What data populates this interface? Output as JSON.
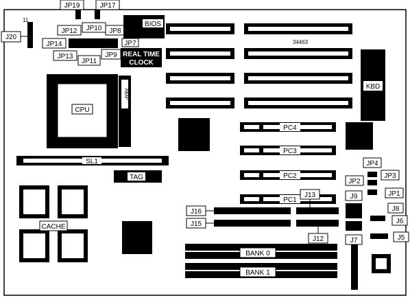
{
  "board_id": "34463",
  "pin_marker": "11",
  "jumpers": {
    "jp19": "JP19",
    "jp17": "JP17",
    "jp12": "JP12",
    "jp10": "JP10",
    "jp8": "JP8",
    "jp14": "JP14",
    "jp13": "JP13",
    "jp11": "JP11",
    "jp9": "JP9",
    "jp7": "JP7",
    "jp4": "JP4",
    "jp3": "JP3",
    "jp2": "JP2",
    "jp1": "JP1"
  },
  "connectors": {
    "j20": "J20",
    "j16": "J16",
    "j15": "J15",
    "j13": "J13",
    "j12": "J12",
    "j9": "J9",
    "j8": "J8",
    "j7": "J7",
    "j6": "J6",
    "j5": "J5"
  },
  "chips": {
    "bios": "BIOS",
    "rtc_line1": "REAL TIME",
    "rtc_line2": "CLOCK",
    "cpu": "CPU",
    "amp": "AMP",
    "kbd": "KBD",
    "tag": "TAG",
    "cache": "CACHE"
  },
  "slots": {
    "sl1": "SL1",
    "pc4": "PC4",
    "pc3": "PC3",
    "pc2": "PC2",
    "pc1": "PC1",
    "bank0": "BANK 0",
    "bank1": "BANK 1"
  }
}
